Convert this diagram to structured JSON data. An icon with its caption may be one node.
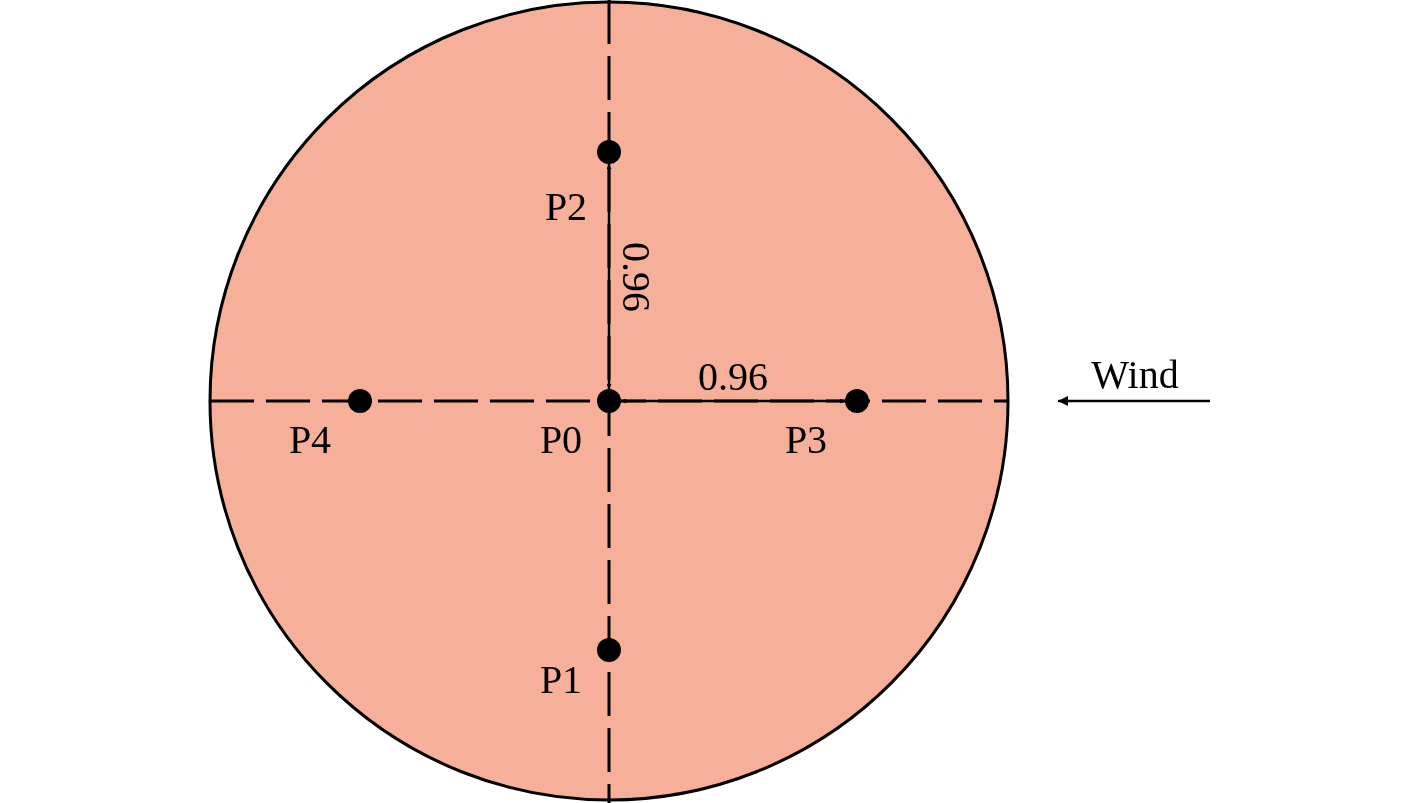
{
  "diagram": {
    "nodes": [
      {
        "text": [],
        "shape": "circle"
      }
    ],
    "labels": [
      "P2",
      "0.96",
      "0.96",
      "Wind",
      "P4",
      "P0",
      "P3",
      "P1"
    ]
  }
}
